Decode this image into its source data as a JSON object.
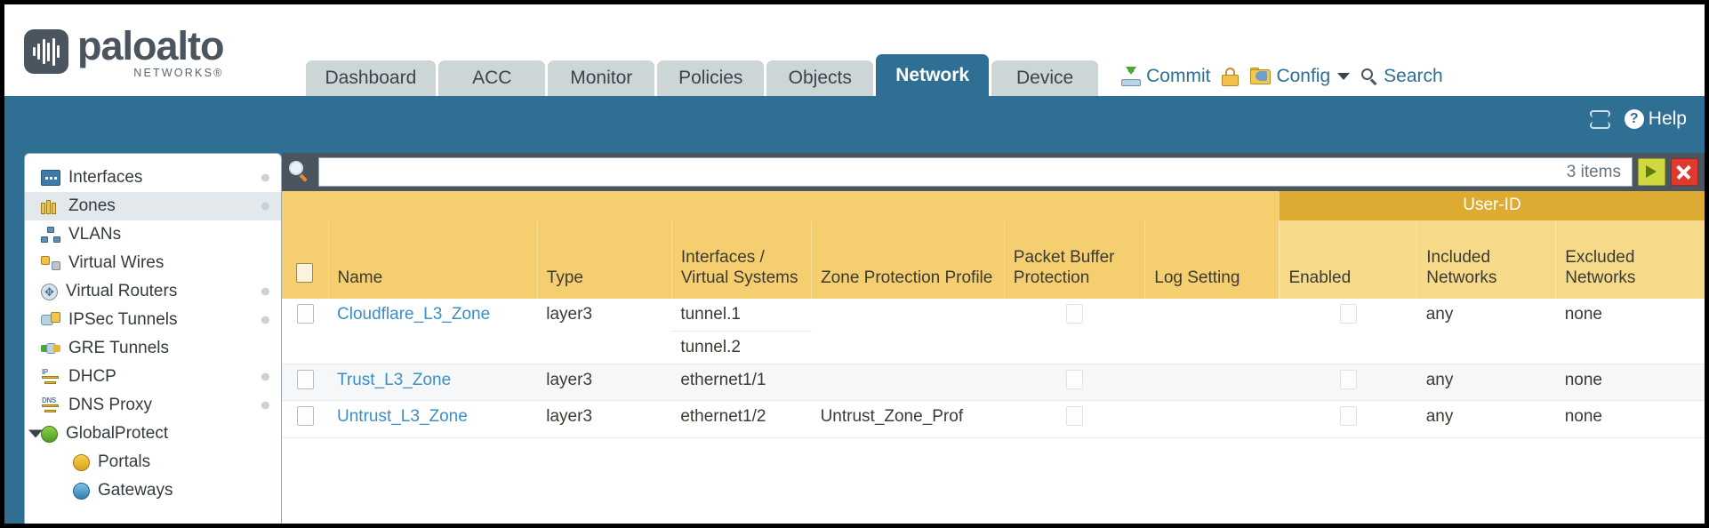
{
  "brand": {
    "name": "paloalto",
    "sub": "NETWORKS®",
    "logo_icon": "paloalto-logo"
  },
  "tabs": [
    {
      "label": "Dashboard",
      "active": false
    },
    {
      "label": "ACC",
      "active": false
    },
    {
      "label": "Monitor",
      "active": false
    },
    {
      "label": "Policies",
      "active": false
    },
    {
      "label": "Objects",
      "active": false
    },
    {
      "label": "Network",
      "active": true
    },
    {
      "label": "Device",
      "active": false
    }
  ],
  "toolbar": {
    "commit_label": "Commit",
    "commit_icon": "commit-icon",
    "lock_icon": "lock-icon",
    "config_label": "Config",
    "config_icon": "config-key-icon",
    "config_caret": "chevron-down-icon",
    "search_label": "Search",
    "search_icon": "search-icon"
  },
  "blueband": {
    "refresh_icon": "refresh-icon",
    "help_label": "Help",
    "help_icon": "help-icon"
  },
  "sidebar": {
    "items": [
      {
        "label": "Interfaces",
        "icon": "interfaces-icon",
        "selected": false,
        "dot": true,
        "child": false,
        "expander": false
      },
      {
        "label": "Zones",
        "icon": "zones-icon",
        "selected": true,
        "dot": true,
        "child": false,
        "expander": false
      },
      {
        "label": "VLANs",
        "icon": "vlans-icon",
        "selected": false,
        "dot": false,
        "child": false,
        "expander": false
      },
      {
        "label": "Virtual Wires",
        "icon": "virtual-wires-icon",
        "selected": false,
        "dot": false,
        "child": false,
        "expander": false
      },
      {
        "label": "Virtual Routers",
        "icon": "virtual-routers-icon",
        "selected": false,
        "dot": true,
        "child": false,
        "expander": false
      },
      {
        "label": "IPSec Tunnels",
        "icon": "ipsec-tunnels-icon",
        "selected": false,
        "dot": true,
        "child": false,
        "expander": false
      },
      {
        "label": "GRE Tunnels",
        "icon": "gre-tunnels-icon",
        "selected": false,
        "dot": false,
        "child": false,
        "expander": false
      },
      {
        "label": "DHCP",
        "icon": "dhcp-icon",
        "selected": false,
        "dot": true,
        "child": false,
        "expander": false
      },
      {
        "label": "DNS Proxy",
        "icon": "dns-proxy-icon",
        "selected": false,
        "dot": true,
        "child": false,
        "expander": false
      },
      {
        "label": "GlobalProtect",
        "icon": "globalprotect-icon",
        "selected": false,
        "dot": false,
        "child": false,
        "expander": true
      },
      {
        "label": "Portals",
        "icon": "portals-icon",
        "selected": false,
        "dot": false,
        "child": true,
        "expander": false
      },
      {
        "label": "Gateways",
        "icon": "gateways-icon",
        "selected": false,
        "dot": false,
        "child": true,
        "expander": false
      }
    ]
  },
  "search": {
    "value": "",
    "placeholder": "",
    "count_label": "3 items",
    "magnifier_icon": "search-magnifier-icon",
    "apply_icon": "apply-filter-icon",
    "clear_icon": "clear-filter-icon"
  },
  "table": {
    "group_header": {
      "label": "User-ID",
      "span": 3
    },
    "columns": [
      "Name",
      "Type",
      "Interfaces / Virtual Systems",
      "Zone Protection Profile",
      "Packet Buffer Protection",
      "Log Setting",
      "Enabled",
      "Included Networks",
      "Excluded Networks"
    ],
    "rows": [
      {
        "name": "Cloudflare_L3_Zone",
        "type": "layer3",
        "interfaces": [
          "tunnel.1",
          "tunnel.2"
        ],
        "zone_protection_profile": "",
        "packet_buffer_protection": false,
        "log_setting": "",
        "userid_enabled": false,
        "included_networks": "any",
        "excluded_networks": "none"
      },
      {
        "name": "Trust_L3_Zone",
        "type": "layer3",
        "interfaces": [
          "ethernet1/1"
        ],
        "zone_protection_profile": "",
        "packet_buffer_protection": false,
        "log_setting": "",
        "userid_enabled": false,
        "included_networks": "any",
        "excluded_networks": "none"
      },
      {
        "name": "Untrust_L3_Zone",
        "type": "layer3",
        "interfaces": [
          "ethernet1/2"
        ],
        "zone_protection_profile": "Untrust_Zone_Prof",
        "packet_buffer_protection": false,
        "log_setting": "",
        "userid_enabled": false,
        "included_networks": "any",
        "excluded_networks": "none"
      }
    ]
  },
  "colors": {
    "accent_blue": "#2e6f93",
    "header_amber": "#f5ce70",
    "group_amber": "#ddab32",
    "link_blue": "#3d8ec4",
    "chrome_slate": "#4a5560"
  }
}
